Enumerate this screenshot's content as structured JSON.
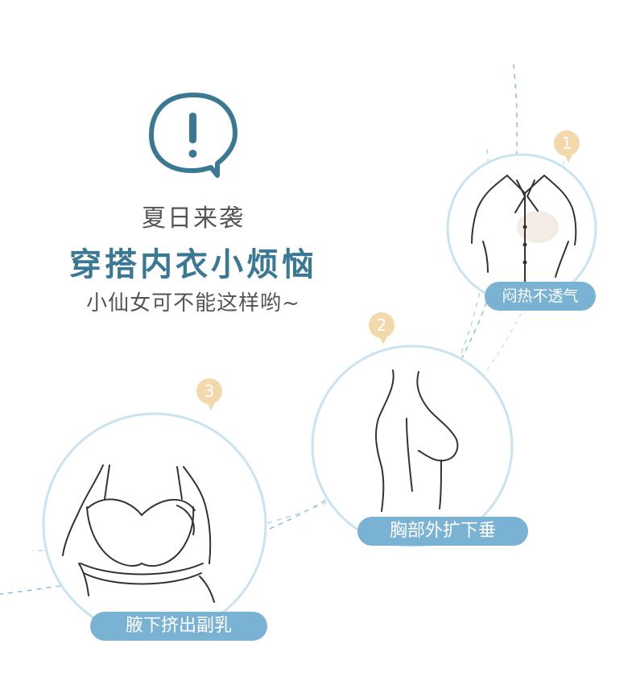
{
  "headline": {
    "line1": "夏日来袭",
    "line2": "穿搭内衣小烦恼",
    "line3": "小仙女可不能这样哟~"
  },
  "alert_icon": "exclamation-speech-bubble-icon",
  "problems": [
    {
      "number": "1",
      "label": "闷热不透气",
      "icon": "shirt-sweat-illustration"
    },
    {
      "number": "2",
      "label": "胸部外扩下垂",
      "icon": "sagging-chest-illustration"
    },
    {
      "number": "3",
      "label": "腋下挤出副乳",
      "icon": "bra-underarm-illustration"
    }
  ],
  "colors": {
    "accent": "#3a7894",
    "pill": "#7ab2d4",
    "badge": "#f3d8ab",
    "circle_stroke": "#c9e3f1",
    "dashed_line": "#8fbfd8"
  }
}
